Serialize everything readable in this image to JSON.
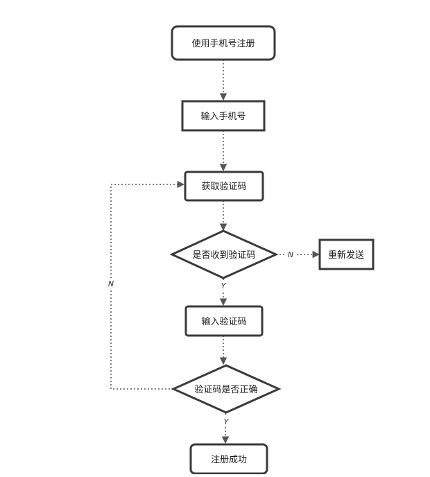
{
  "flowchart": {
    "nodes": {
      "start": "使用手机号注册",
      "enter_phone": "输入手机号",
      "get_code": "获取验证码",
      "code_received": "是否收到验证码",
      "resend": "重新发送",
      "enter_code": "输入验证码",
      "code_correct": "验证码是否正确",
      "success": "注册成功"
    },
    "edge_labels": {
      "received_no": "N",
      "received_yes": "Y",
      "correct_no": "N",
      "correct_yes": "Y"
    }
  },
  "colors": {
    "stroke": "#3a3a3a",
    "connector": "#555555",
    "background": "#ffffff"
  }
}
